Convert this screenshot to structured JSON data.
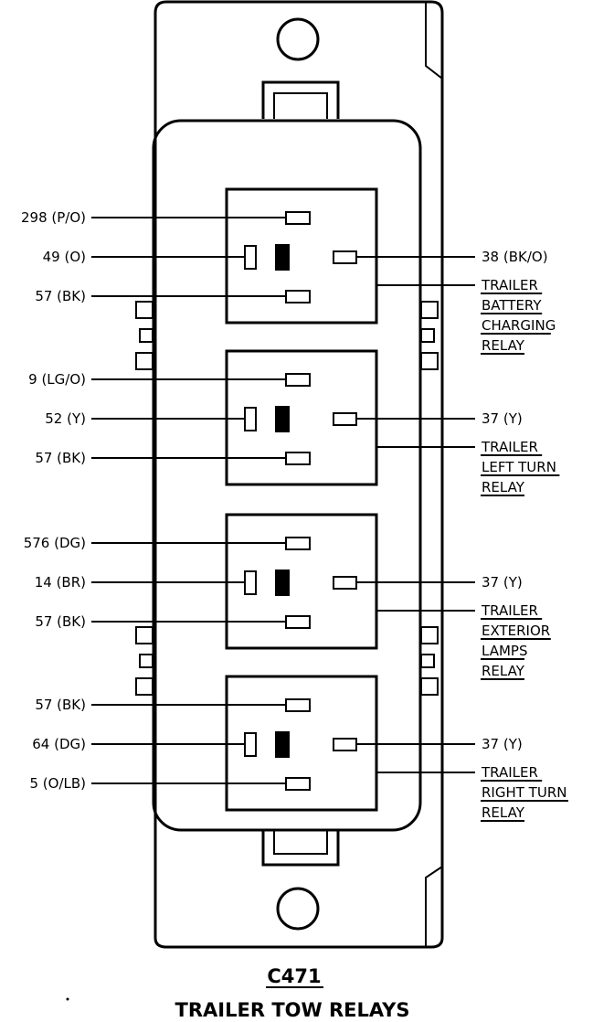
{
  "connector_id": "C471",
  "title": "TRAILER TOW RELAYS",
  "relays": [
    {
      "left_wires": [
        "298 (P/O)",
        "49 (O)",
        "57 (BK)"
      ],
      "right_wire": "38 (BK/O)",
      "name_lines": [
        "TRAILER",
        "BATTERY",
        "CHARGING",
        "RELAY"
      ]
    },
    {
      "left_wires": [
        "9 (LG/O)",
        "52 (Y)",
        "57 (BK)"
      ],
      "right_wire": "37 (Y)",
      "name_lines": [
        "TRAILER",
        "LEFT TURN",
        "RELAY"
      ]
    },
    {
      "left_wires": [
        "576 (DG)",
        "14 (BR)",
        "57 (BK)"
      ],
      "right_wire": "37 (Y)",
      "name_lines": [
        "TRAILER",
        "EXTERIOR",
        "LAMPS",
        "RELAY"
      ]
    },
    {
      "left_wires": [
        "57 (BK)",
        "64 (DG)",
        "5 (O/LB)"
      ],
      "right_wire": "37 (Y)",
      "name_lines": [
        "TRAILER",
        "RIGHT TURN",
        "RELAY"
      ]
    }
  ]
}
